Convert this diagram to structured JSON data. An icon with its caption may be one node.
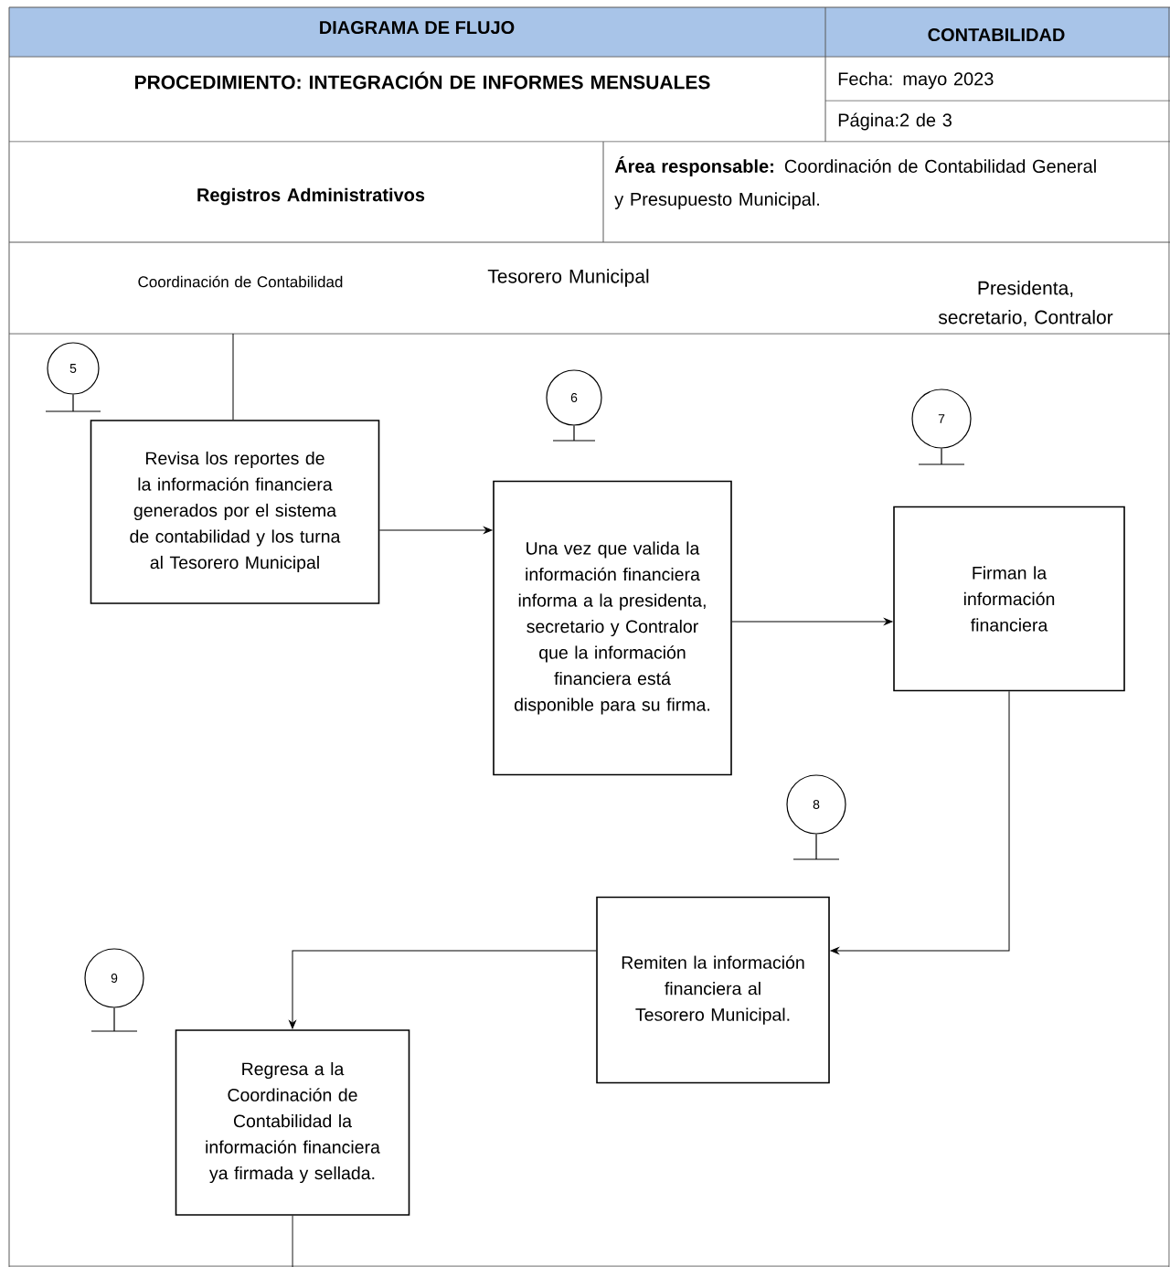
{
  "diagram": {
    "title": "DIAGRAMA DE FLUJO",
    "nodes": [
      {
        "text": [
          "5"
        ]
      },
      {
        "text": [
          "Revisa los reportes de la información financiera generados por el sistema de contabilidad y los turna al Tesorero Municipal"
        ]
      },
      {
        "text": [
          "6"
        ]
      },
      {
        "text": [
          "Una vez que valida la información financiera informa a la presidenta, secretario y Contralor que la información financiera está disponible para su firma."
        ]
      },
      {
        "text": [
          "7"
        ]
      },
      {
        "text": [
          "Firman la información financiera"
        ]
      },
      {
        "text": [
          "8"
        ]
      },
      {
        "text": [
          "Remiten la información financiera al Tesorero Municipal."
        ]
      },
      {
        "text": [
          "9"
        ]
      },
      {
        "text": [
          "Regresa a la Coordinación de Contabilidad la información financiera ya firmada y sellada."
        ]
      }
    ],
    "edges": [
      {
        "from": null,
        "to": 1,
        "arrow": "none"
      },
      {
        "from": 1,
        "to": 3,
        "arrow": "to"
      },
      {
        "from": 3,
        "to": 5,
        "arrow": "to"
      },
      {
        "from": 5,
        "to": 7,
        "arrow": "to"
      },
      {
        "from": 7,
        "to": 9,
        "arrow": "to"
      },
      {
        "from": 9,
        "to": null,
        "arrow": "none"
      }
    ],
    "labels": [
      "CONTABILIDAD",
      "PROCEDIMIENTO: INTEGRACIÓN DE INFORMES MENSUALES",
      "Fecha: mayo 2023",
      "Página:2 de 3",
      "Registros Administrativos",
      "**Área responsable:** Coordinación de Contabilidad General y Presupuesto Municipal.",
      "Coordinación de Contabilidad",
      "Tesorero Municipal",
      "Presidenta, secretario, Contralor"
    ]
  }
}
